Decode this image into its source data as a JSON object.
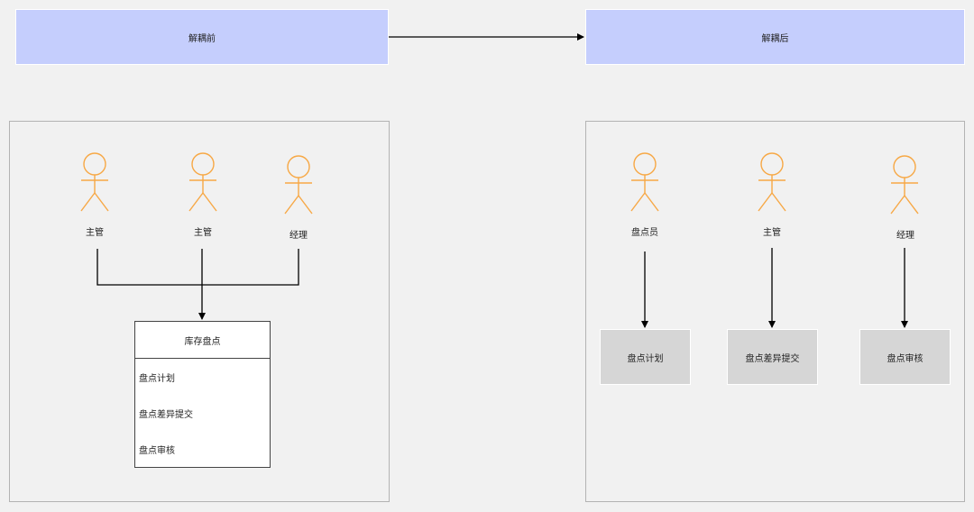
{
  "before": {
    "title": "解耦前",
    "actors": [
      "主管",
      "主管",
      "经理"
    ],
    "class_box": {
      "title": "库存盘点",
      "rows": [
        "盘点计划",
        "盘点差异提交",
        "盘点审核"
      ]
    }
  },
  "after": {
    "title": "解耦后",
    "actors": [
      "盘点员",
      "主管",
      "经理"
    ],
    "boxes": [
      "盘点计划",
      "盘点差异提交",
      "盘点审核"
    ]
  },
  "colors": {
    "banner_fill": "#c5cefd",
    "actor_stroke": "#f7a845",
    "box_fill": "#d6d6d6",
    "panel_border": "#b3b3b3",
    "background": "#f1f1f1"
  }
}
